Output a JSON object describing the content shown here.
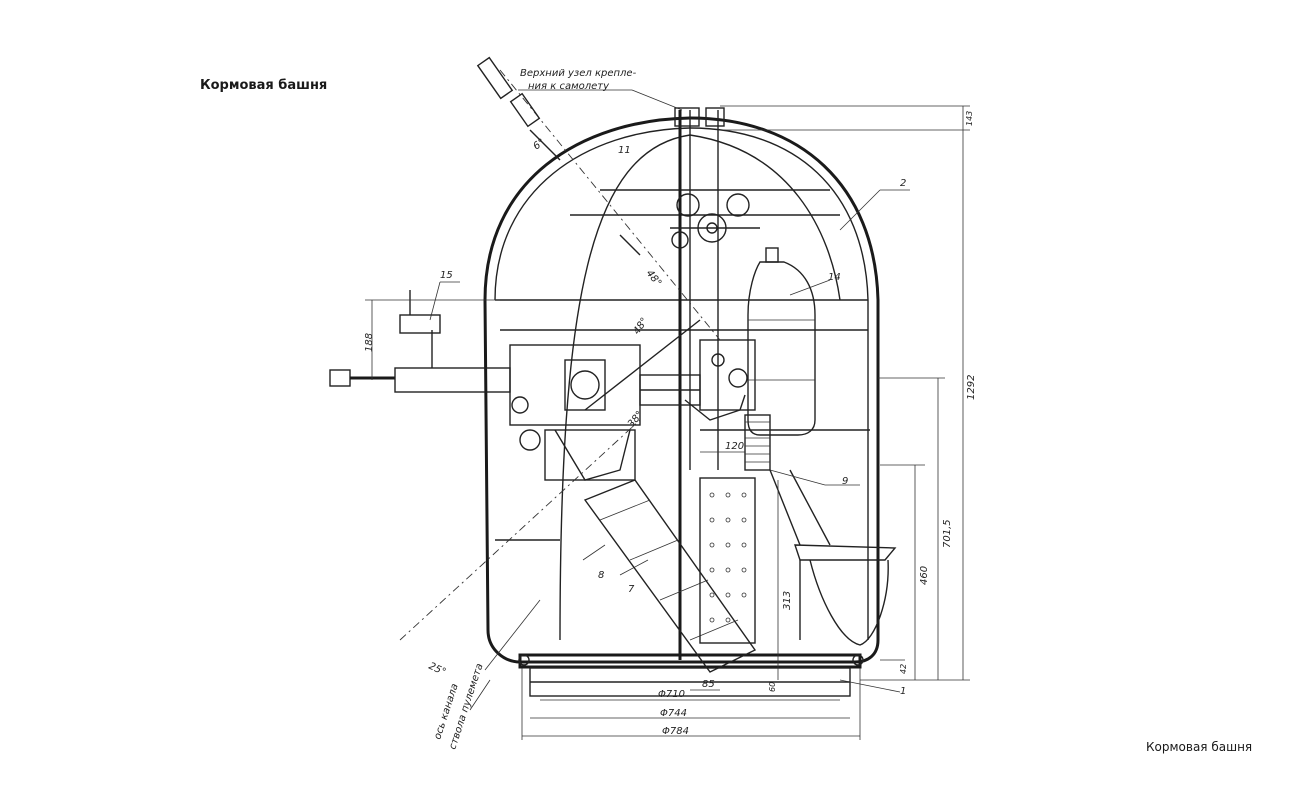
{
  "captions": {
    "top": "Кормовая башня",
    "bottom": "Кормовая башня"
  },
  "annotations": {
    "top_note_line1": "Верхний узел крепле-",
    "top_note_line2": "ния к самолету",
    "bottom_note_line1": "ось канала",
    "bottom_note_line2": "ствола пулемета"
  },
  "part_numbers": {
    "p1": "1",
    "p2": "2",
    "p7": "7",
    "p8": "8",
    "p9": "9",
    "p11": "11",
    "p14": "14",
    "p15": "15"
  },
  "dimensions": {
    "d_phi710": "Φ710",
    "d_phi744": "Φ744",
    "d_phi784": "Φ784",
    "d_1292": "1292",
    "d_7015": "701,5",
    "d_460": "460",
    "d_313": "313",
    "d_188": "188",
    "d_120": "120",
    "d_143": "143",
    "d_85": "85",
    "d_42": "42",
    "d_60": "60",
    "a_6": "6°",
    "a_25": "25°",
    "a_38": "38°",
    "a_48": "48°",
    "a_48b": "48°"
  }
}
